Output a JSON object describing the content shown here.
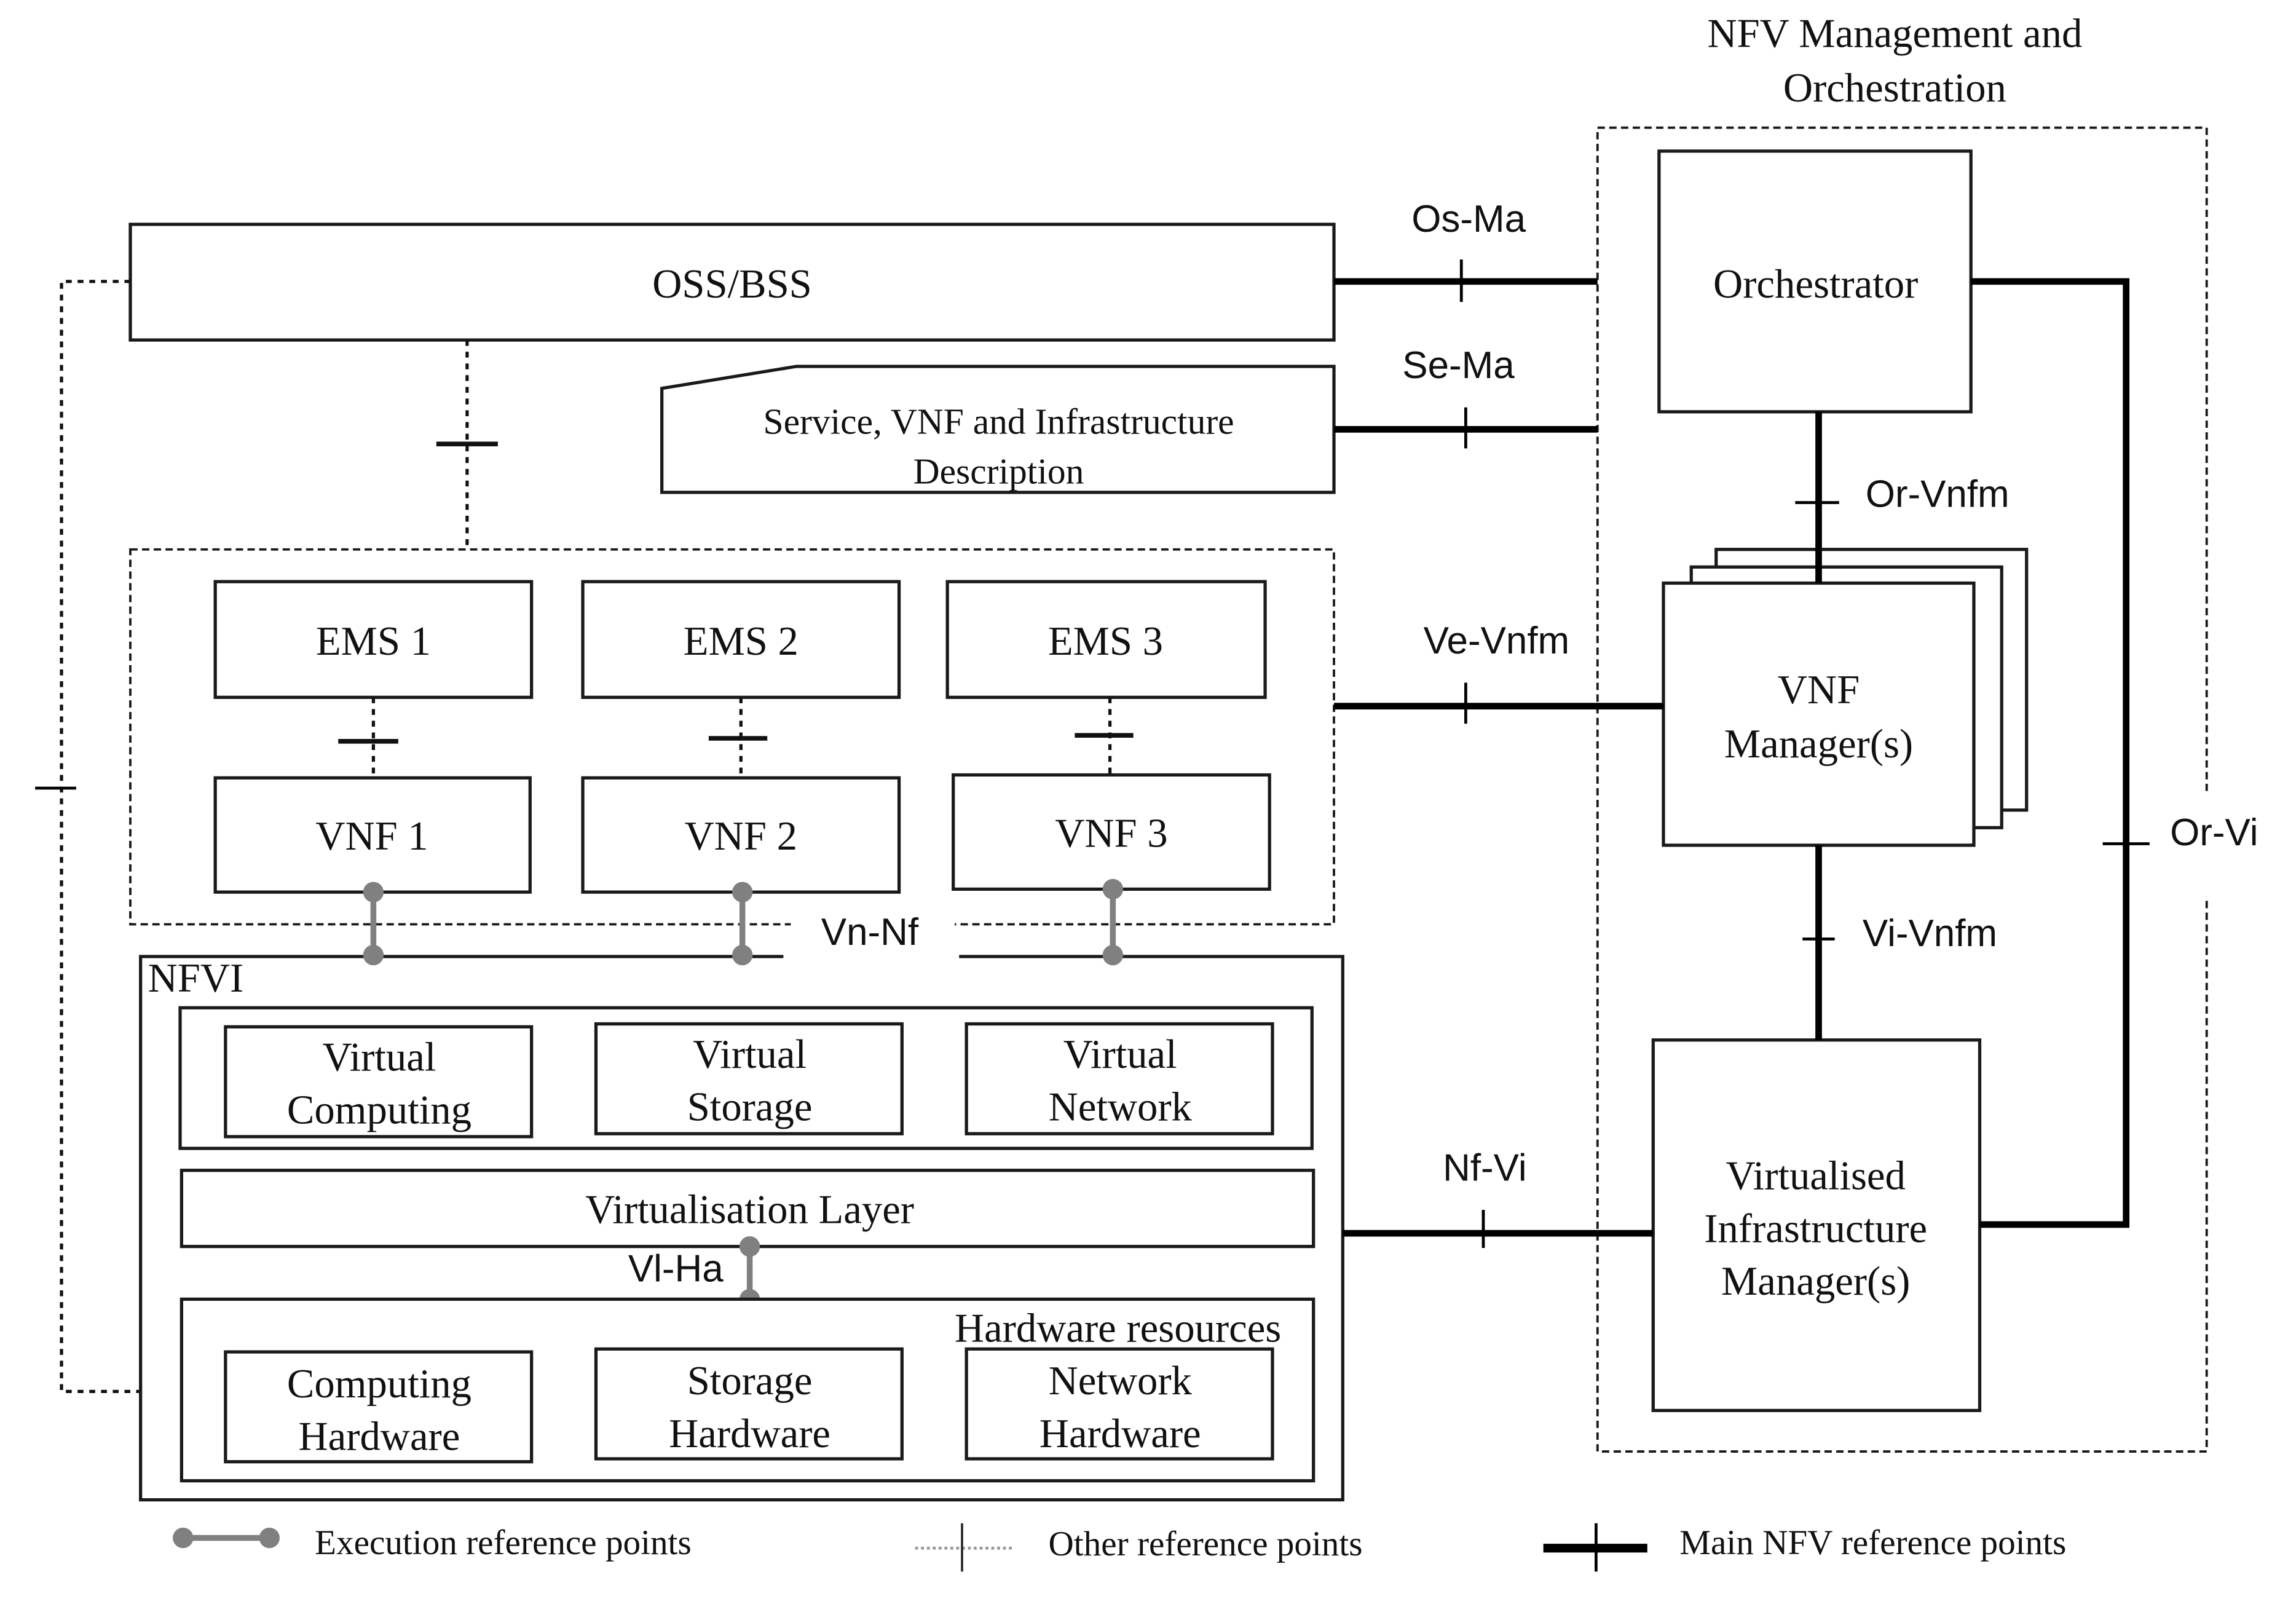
{
  "nfv_mano": {
    "title_line1": "NFV Management and",
    "title_line2": "Orchestration",
    "orchestrator": "Orchestrator",
    "vnf_manager_line1": "VNF",
    "vnf_manager_line2": "Manager(s)",
    "vim_line1": "Virtualised",
    "vim_line2": "Infrastructure",
    "vim_line3": "Manager(s)"
  },
  "oss_bss": "OSS/BSS",
  "description_line1": "Service, VNF and Infrastructure",
  "description_line2": "Description",
  "ems": [
    "EMS 1",
    "EMS 2",
    "EMS 3"
  ],
  "vnf": [
    "VNF 1",
    "VNF 2",
    "VNF 3"
  ],
  "nfvi": {
    "label": "NFVI",
    "virtual_resources": [
      {
        "line1": "Virtual",
        "line2": "Computing"
      },
      {
        "line1": "Virtual",
        "line2": "Storage"
      },
      {
        "line1": "Virtual",
        "line2": "Network"
      }
    ],
    "virtualisation_layer": "Virtualisation Layer",
    "hardware_resources_label": "Hardware resources",
    "hardware": [
      {
        "line1": "Computing",
        "line2": "Hardware"
      },
      {
        "line1": "Storage",
        "line2": "Hardware"
      },
      {
        "line1": "Network",
        "line2": "Hardware"
      }
    ]
  },
  "reference_points": {
    "os_ma": "Os-Ma",
    "se_ma": "Se-Ma",
    "ve_vnfm": "Ve-Vnfm",
    "nf_vi": "Nf-Vi",
    "or_vnfm": "Or-Vnfm",
    "vi_vnfm": "Vi-Vnfm",
    "or_vi": "Or-Vi",
    "vn_nf": "Vn-Nf",
    "vi_ha": "Vl-Ha"
  },
  "legend": {
    "execution": "Execution reference points",
    "other": "Other reference points",
    "main": "Main NFV reference points"
  },
  "colors": {
    "execution_line": "#808080",
    "main_line": "#000000"
  }
}
